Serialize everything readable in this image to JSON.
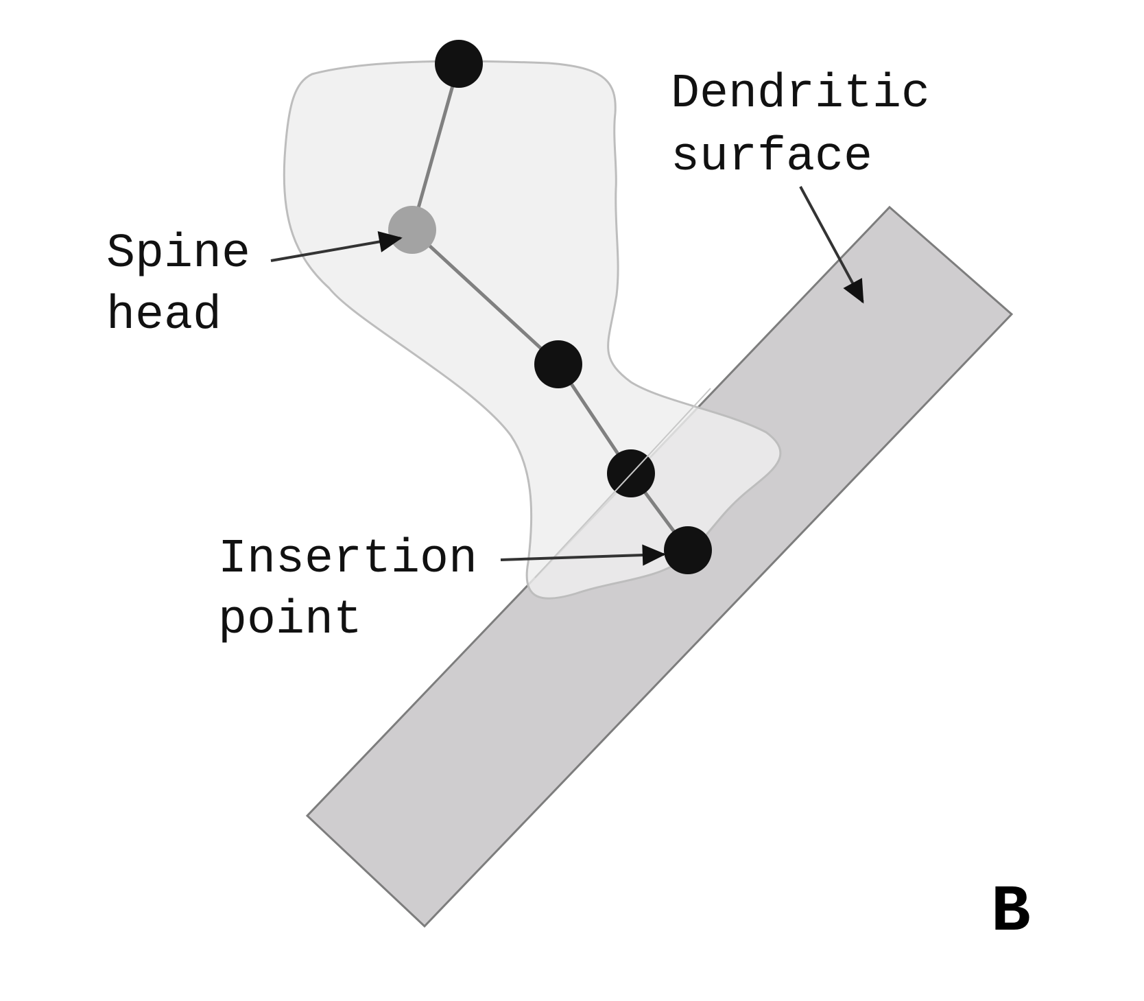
{
  "labels": {
    "spine_head": [
      "Spine",
      "head"
    ],
    "dendritic_surface": [
      "Dendritic",
      "surface"
    ],
    "insertion_point": [
      "Insertion",
      "point"
    ]
  },
  "panel_letter": "B",
  "colors": {
    "dendrite_fill": "#cfcdcf",
    "dendrite_stroke": "#7d7d7d",
    "spine_fill": "#f1f1f1",
    "spine_stroke": "#bdbdbd",
    "skeleton_line": "#808080",
    "node_fill": "#111111",
    "spine_head_node_fill": "#a3a3a3",
    "arrow": "#333333"
  }
}
